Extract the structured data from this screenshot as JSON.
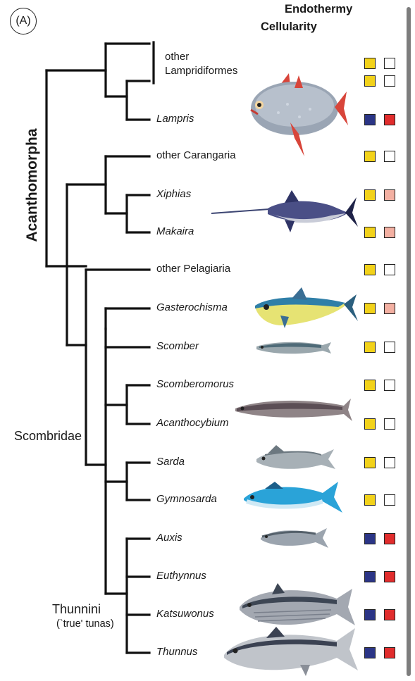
{
  "panel_label": "(A)",
  "headers": {
    "endothermy": "Endothermy",
    "cellularity": "Cellularity"
  },
  "clades": {
    "acanthomorpha": "Acanthomorpha",
    "scombridae": "Scombridae",
    "thunnini": "Thunnini",
    "thunnini_note": "(`true' tunas)"
  },
  "colors": {
    "yellow": "#f2d21a",
    "blue": "#2b3586",
    "red": "#e12d2d",
    "pink": "#f3b0a2",
    "white": "#ffffff"
  },
  "taxa": [
    {
      "key": "lampridiformes",
      "label": "other\nLampridiformes",
      "italic": false,
      "cellularity": "yellow",
      "endothermy": "white"
    },
    {
      "key": "unnamed",
      "label": "",
      "italic": false,
      "cellularity": "yellow",
      "endothermy": "white"
    },
    {
      "key": "lampris",
      "label": "Lampris",
      "italic": true,
      "cellularity": "blue",
      "endothermy": "red"
    },
    {
      "key": "carangaria",
      "label": "other Carangaria",
      "italic": false,
      "cellularity": "yellow",
      "endothermy": "white"
    },
    {
      "key": "xiphias",
      "label": "Xiphias",
      "italic": true,
      "cellularity": "yellow",
      "endothermy": "pink"
    },
    {
      "key": "makaira",
      "label": "Makaira",
      "italic": true,
      "cellularity": "yellow",
      "endothermy": "pink"
    },
    {
      "key": "pelagiaria",
      "label": "other Pelagiaria",
      "italic": false,
      "cellularity": "yellow",
      "endothermy": "white"
    },
    {
      "key": "gasterochisma",
      "label": "Gasterochisma",
      "italic": true,
      "cellularity": "yellow",
      "endothermy": "pink"
    },
    {
      "key": "scomber",
      "label": "Scomber",
      "italic": true,
      "cellularity": "yellow",
      "endothermy": "white"
    },
    {
      "key": "scomberomorus",
      "label": "Scomberomorus",
      "italic": true,
      "cellularity": "yellow",
      "endothermy": "white"
    },
    {
      "key": "acanthocybium",
      "label": "Acanthocybium",
      "italic": true,
      "cellularity": "yellow",
      "endothermy": "white"
    },
    {
      "key": "sarda",
      "label": "Sarda",
      "italic": true,
      "cellularity": "yellow",
      "endothermy": "white"
    },
    {
      "key": "gymnosarda",
      "label": "Gymnosarda",
      "italic": true,
      "cellularity": "yellow",
      "endothermy": "white"
    },
    {
      "key": "auxis",
      "label": "Auxis",
      "italic": true,
      "cellularity": "blue",
      "endothermy": "red"
    },
    {
      "key": "euthynnus",
      "label": "Euthynnus",
      "italic": true,
      "cellularity": "blue",
      "endothermy": "red"
    },
    {
      "key": "katsuwonus",
      "label": "Katsuwonus",
      "italic": true,
      "cellularity": "blue",
      "endothermy": "red"
    },
    {
      "key": "thunnus",
      "label": "Thunnus",
      "italic": true,
      "cellularity": "blue",
      "endothermy": "red"
    }
  ]
}
